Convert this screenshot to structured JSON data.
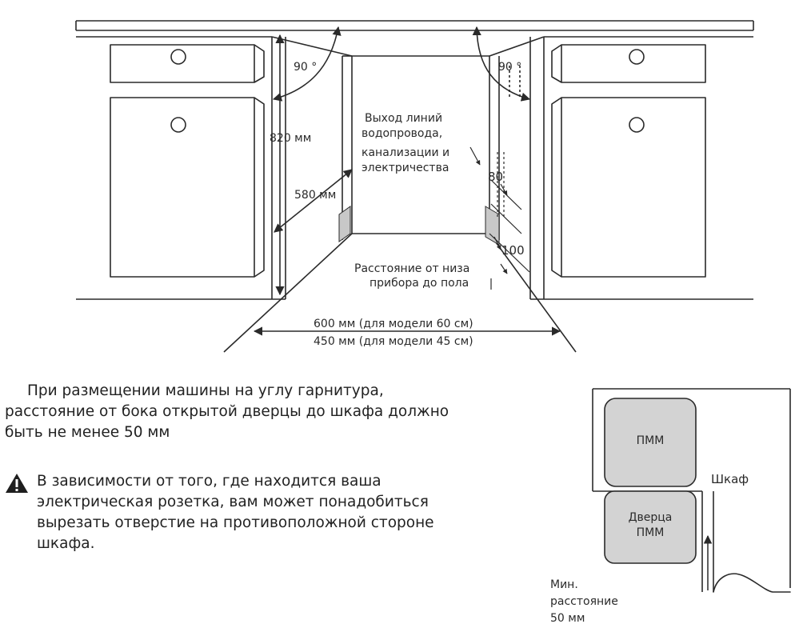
{
  "installation": {
    "angle_left": "90 °",
    "angle_right": "90 °",
    "height_820": "820 мм",
    "height_580": "580 мм",
    "outlet_line1": "Выход линий",
    "outlet_line2": "водопровода,",
    "outlet_line3": "канализации и",
    "outlet_line4": "электричества",
    "dim_80": "80",
    "dim_100": "100",
    "floor_line1": "Расстояние от низа",
    "floor_line2": "прибора до пола",
    "width_60": "600 мм (для модели 60 см)",
    "width_45": "450 мм (для модели 45 см)"
  },
  "note": {
    "line1": "При размещении машины на углу гарнитура,",
    "line2": "расстояние от бока открытой дверцы до шкафа должно",
    "line3": "быть не менее 50 мм"
  },
  "warning": {
    "icon": "warning-triangle-icon",
    "line1": "В зависимости от того, где находится ваша",
    "line2": "электрическая розетка, вам может понадобиться",
    "line3": "вырезать отверстие на противоположной стороне",
    "line4": "шкафа."
  },
  "corner": {
    "pmm_label": "ПММ",
    "door_line1": "Дверца",
    "door_line2": "ПММ",
    "cabinet_label": "Шкаф",
    "min_line1": "Мин.",
    "min_line2": "расстояние",
    "min_line3": "50 мм"
  },
  "colors": {
    "line": "#2a2a2a",
    "appliance_fill": "#d3d3d3",
    "outlet_fill": "#c8c8c8"
  }
}
